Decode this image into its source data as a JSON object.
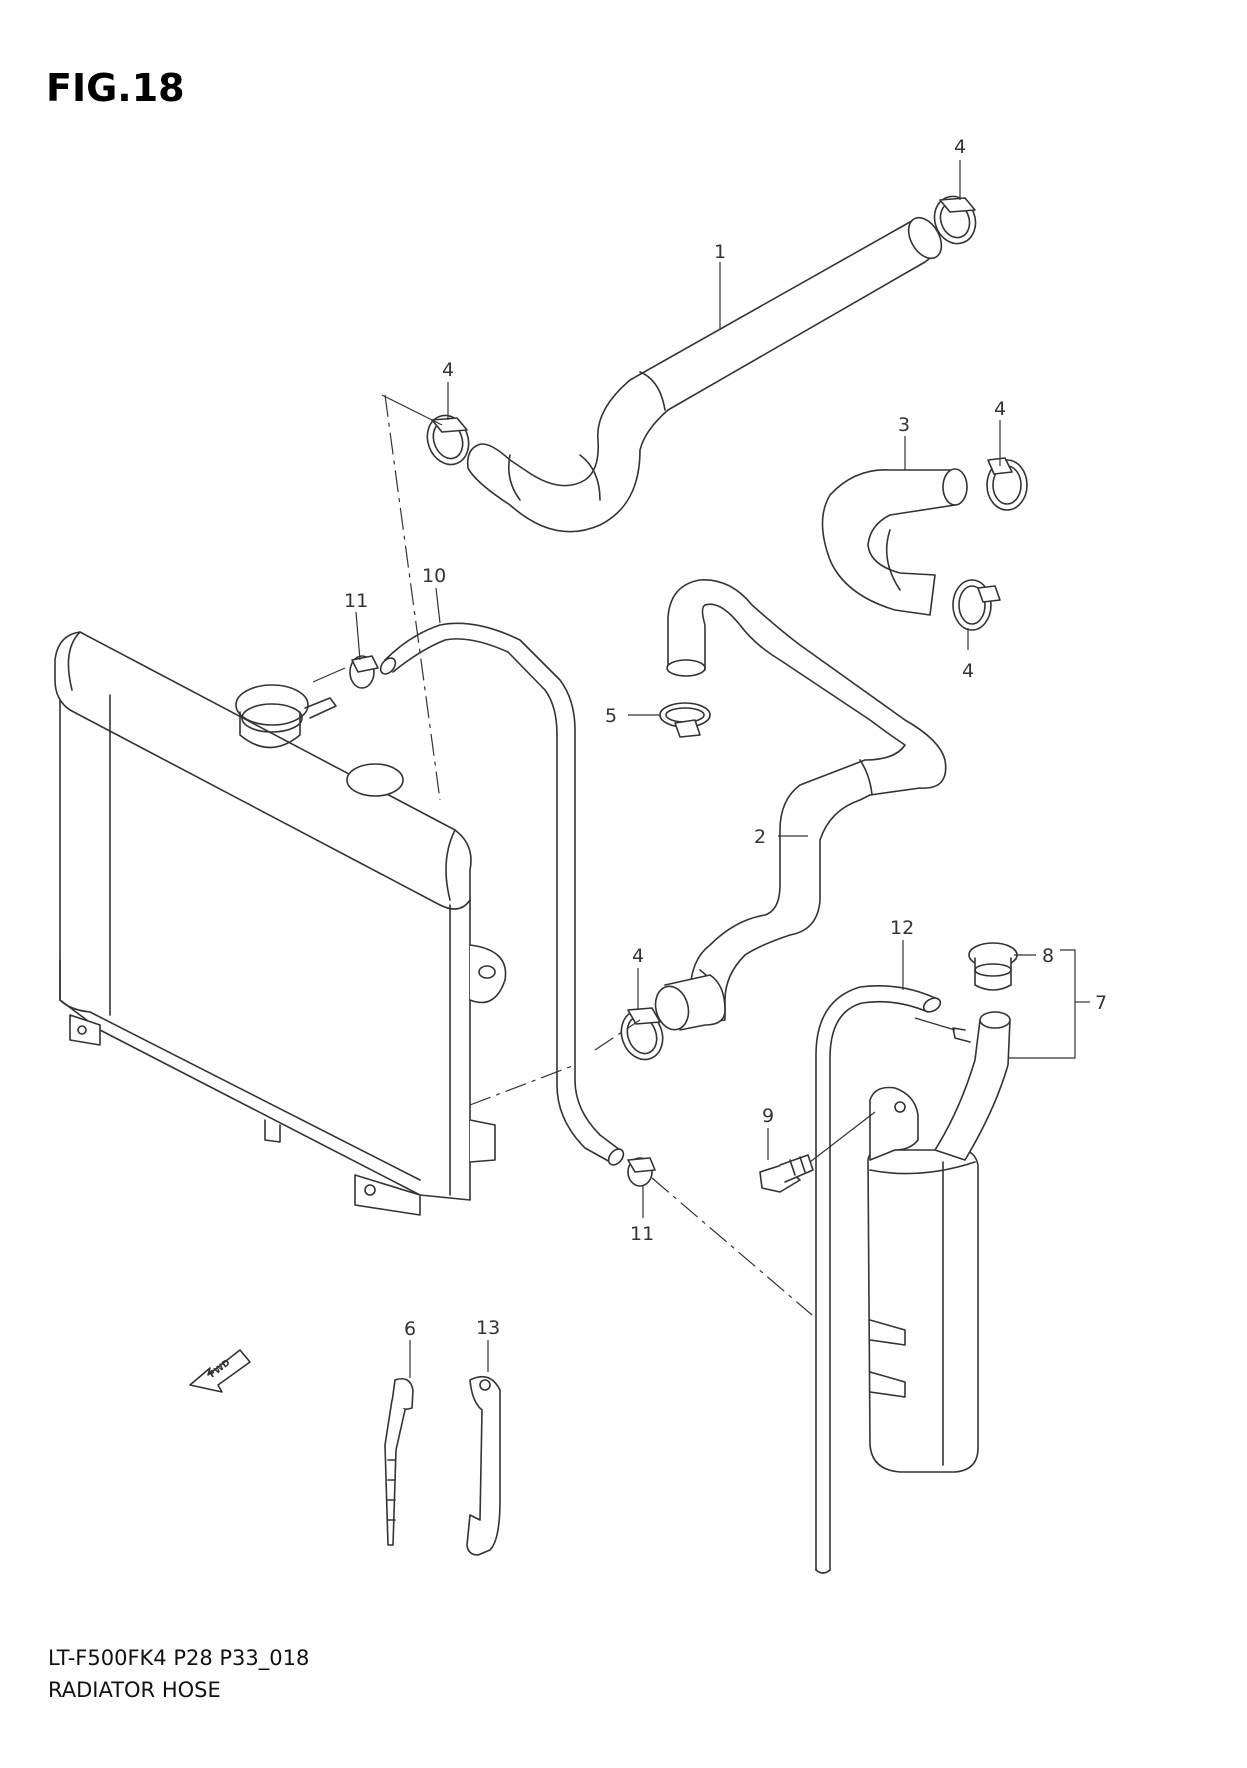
{
  "figure": {
    "title": "FIG.18",
    "code": "LT-F500FK4 P28 P33_018",
    "name": "RADIATOR HOSE"
  },
  "callouts": {
    "c1": "1",
    "c2": "2",
    "c3": "3",
    "c4a": "4",
    "c4b": "4",
    "c4c": "4",
    "c4d": "4",
    "c4e": "4",
    "c5": "5",
    "c6": "6",
    "c7": "7",
    "c8": "8",
    "c9": "9",
    "c10": "10",
    "c11a": "11",
    "c11b": "11",
    "c12": "12",
    "c13": "13"
  },
  "fwd_label": "FWD"
}
